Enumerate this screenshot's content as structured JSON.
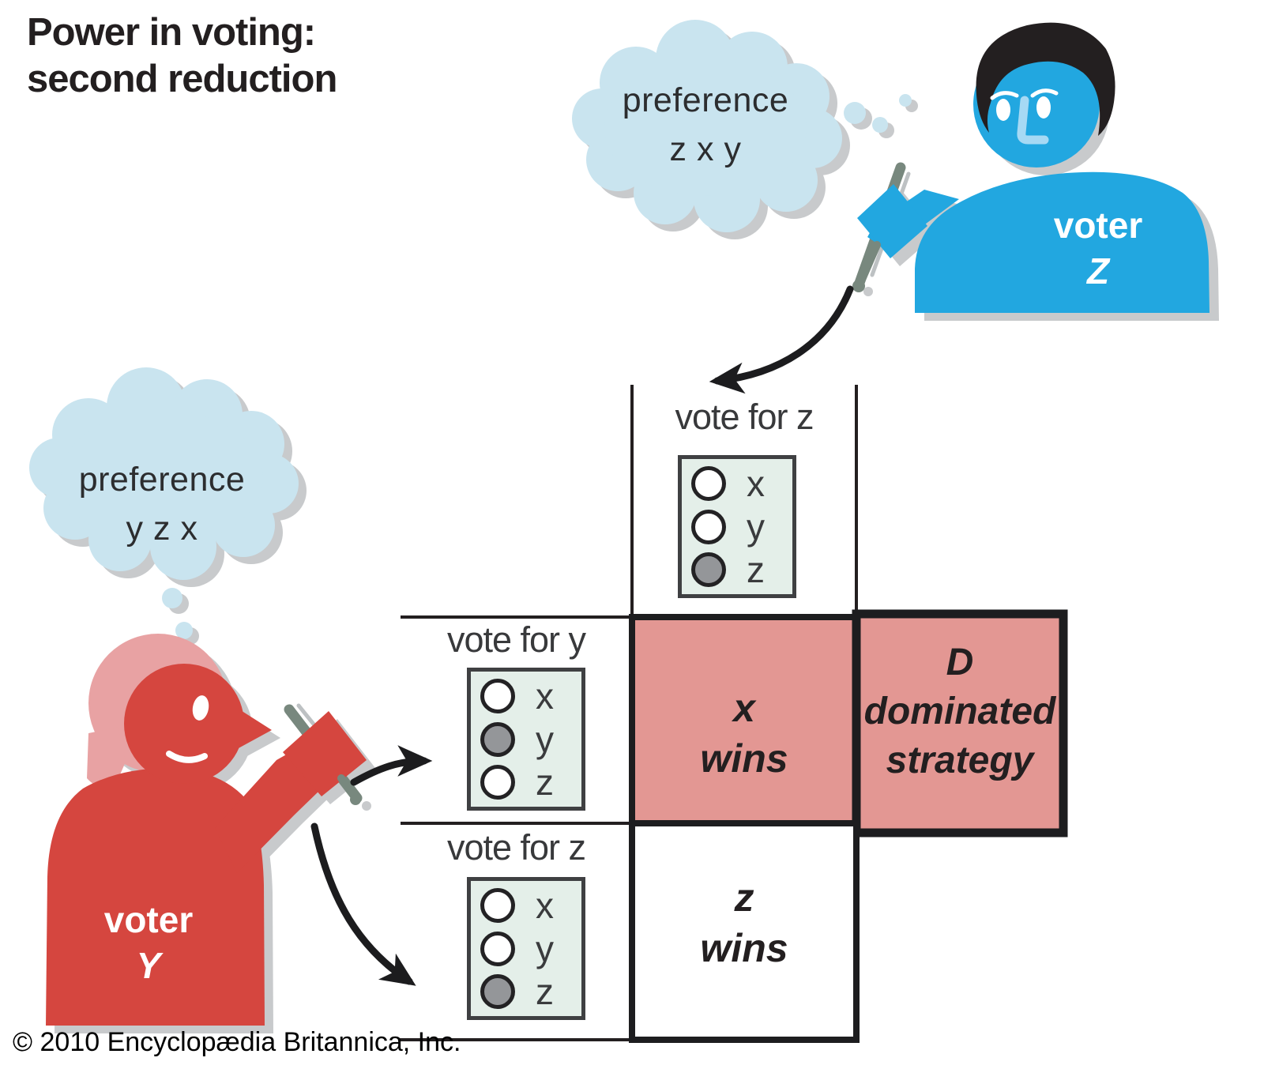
{
  "title": {
    "line1": "Power in voting:",
    "line2": "second reduction"
  },
  "copyright": "© 2010 Encyclopædia Britannica, Inc.",
  "voter_z": {
    "label": "voter",
    "letter": "Z",
    "thought_line1": "preference",
    "thought_line2": "z x y"
  },
  "voter_y": {
    "label": "voter",
    "letter": "Y",
    "thought_line1": "preference",
    "thought_line2": "y z x"
  },
  "matrix": {
    "column": {
      "label": "vote for z",
      "ballot": {
        "options": [
          {
            "label": "x",
            "filled": false
          },
          {
            "label": "y",
            "filled": false
          },
          {
            "label": "z",
            "filled": true
          }
        ]
      }
    },
    "rows": [
      {
        "label": "vote for y",
        "ballot": {
          "options": [
            {
              "label": "x",
              "filled": false
            },
            {
              "label": "y",
              "filled": true
            },
            {
              "label": "z",
              "filled": false
            }
          ]
        },
        "outcome_line1": "x",
        "outcome_line2": "wins"
      },
      {
        "label": "vote for z",
        "ballot": {
          "options": [
            {
              "label": "x",
              "filled": false
            },
            {
              "label": "y",
              "filled": false
            },
            {
              "label": "z",
              "filled": true
            }
          ]
        },
        "outcome_line1": "z",
        "outcome_line2": "wins"
      }
    ],
    "dominated": {
      "line1": "D",
      "line2": "dominated",
      "line3": "strategy"
    }
  },
  "colors": {
    "highlight_pink": "#e39793",
    "ballot_mint": "#e4efe9",
    "voter_z_blue": "#22a7e0",
    "voter_y_red": "#d5463f",
    "hair_pink": "#e8a2a3",
    "hair_black": "#231f20",
    "bubble_blue": "#c9e4ef",
    "shadow_gray": "#c8cacc",
    "ballot_circle_gray": "#949699",
    "line_black": "#231f20"
  }
}
